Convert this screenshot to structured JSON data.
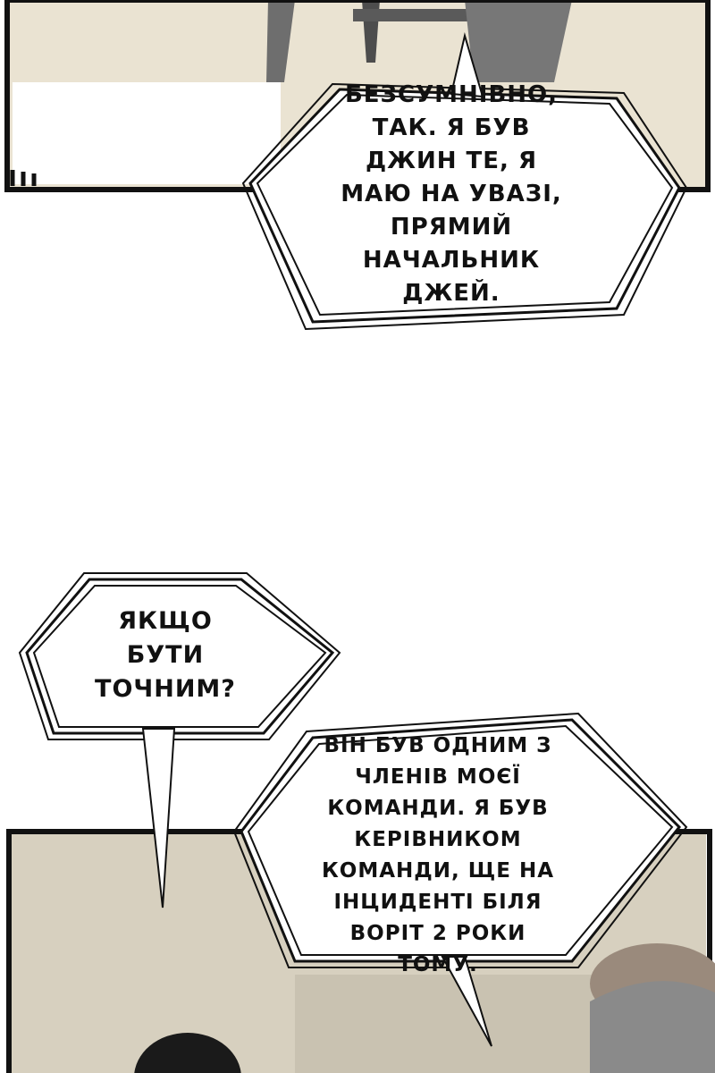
{
  "colors": {
    "ink": "#111111",
    "paper": "#ffffff",
    "panel_top_bg": "#eae3d2",
    "panel_bottom_bg": "#d7d0bf",
    "figure_gray": "#6e6e6e",
    "hair_dark": "#1a1a1a",
    "hair_brown": "#9a8a7c",
    "head_gray": "#8a8a8a"
  },
  "bubbles": [
    {
      "id": "bubble1",
      "lines": [
        "БЕЗСУМНІВНО,",
        "ТАК. Я БУВ",
        "ДЖИН ТЕ, Я",
        "МАЮ НА УВАЗІ,",
        "ПРЯМИЙ",
        "НАЧАЛЬНИК",
        "ДЖЕЙ."
      ]
    },
    {
      "id": "bubble2",
      "lines": [
        "ЯКЩО",
        "БУТИ",
        "ТОЧНИМ?"
      ]
    },
    {
      "id": "bubble3",
      "lines": [
        "ВІН БУВ ОДНИМ З",
        "ЧЛЕНІВ МОЄЇ",
        "КОМАНДИ. Я БУВ",
        "КЕРІВНИКОМ",
        "КОМАНДИ, ЩЕ НА",
        "ІНЦИДЕНТІ БІЛЯ",
        "ВОРІТ 2 РОКИ",
        "ТОМУ."
      ]
    }
  ]
}
